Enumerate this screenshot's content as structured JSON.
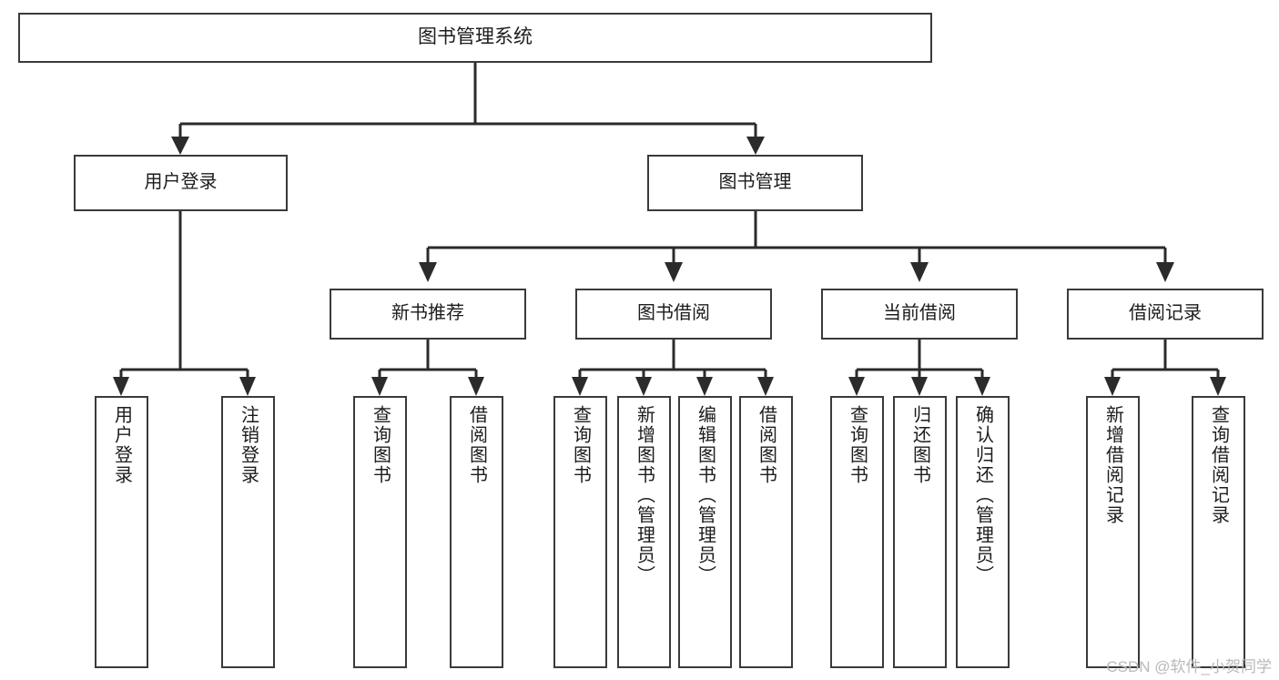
{
  "diagram": {
    "type": "tree-hierarchy",
    "title": "图书管理系统",
    "watermark": "CSDN @软件_小贺同学",
    "colors": {
      "box_border": "#3a3a3a",
      "box_fill": "#ffffff",
      "connector": "#2b2b2b",
      "text": "#1c1c1c",
      "watermark": "#b9b9b9"
    },
    "levels": {
      "root": {
        "label": "图书管理系统"
      },
      "level2": [
        {
          "id": "user-login",
          "label": "用户登录"
        },
        {
          "id": "book-management",
          "label": "图书管理"
        }
      ],
      "level3": [
        {
          "id": "new-book-recommend",
          "label": "新书推荐",
          "parent": "book-management"
        },
        {
          "id": "book-borrow",
          "label": "图书借阅",
          "parent": "book-management"
        },
        {
          "id": "current-borrow",
          "label": "当前借阅",
          "parent": "book-management"
        },
        {
          "id": "borrow-record",
          "label": "借阅记录",
          "parent": "book-management"
        }
      ],
      "leaves": [
        {
          "id": "leaf-user-login",
          "label": "用户登录",
          "parent": "user-login"
        },
        {
          "id": "leaf-logout-login",
          "label": "注销登录",
          "parent": "user-login"
        },
        {
          "id": "leaf-query-book-1",
          "label": "查询图书",
          "parent": "new-book-recommend"
        },
        {
          "id": "leaf-borrow-book-1",
          "label": "借阅图书",
          "parent": "new-book-recommend"
        },
        {
          "id": "leaf-query-book-2",
          "label": "查询图书",
          "parent": "book-borrow"
        },
        {
          "id": "leaf-add-book",
          "label": "新增图书（管理员）",
          "parent": "book-borrow"
        },
        {
          "id": "leaf-edit-book",
          "label": "编辑图书（管理员）",
          "parent": "book-borrow"
        },
        {
          "id": "leaf-borrow-book-2",
          "label": "借阅图书",
          "parent": "book-borrow"
        },
        {
          "id": "leaf-query-book-3",
          "label": "查询图书",
          "parent": "current-borrow"
        },
        {
          "id": "leaf-return-book",
          "label": "归还图书",
          "parent": "current-borrow"
        },
        {
          "id": "leaf-confirm-return",
          "label": "确认归还（管理员）",
          "parent": "current-borrow"
        },
        {
          "id": "leaf-add-record",
          "label": "新增借阅记录",
          "parent": "borrow-record"
        },
        {
          "id": "leaf-query-record",
          "label": "查询借阅记录",
          "parent": "borrow-record"
        }
      ]
    }
  }
}
